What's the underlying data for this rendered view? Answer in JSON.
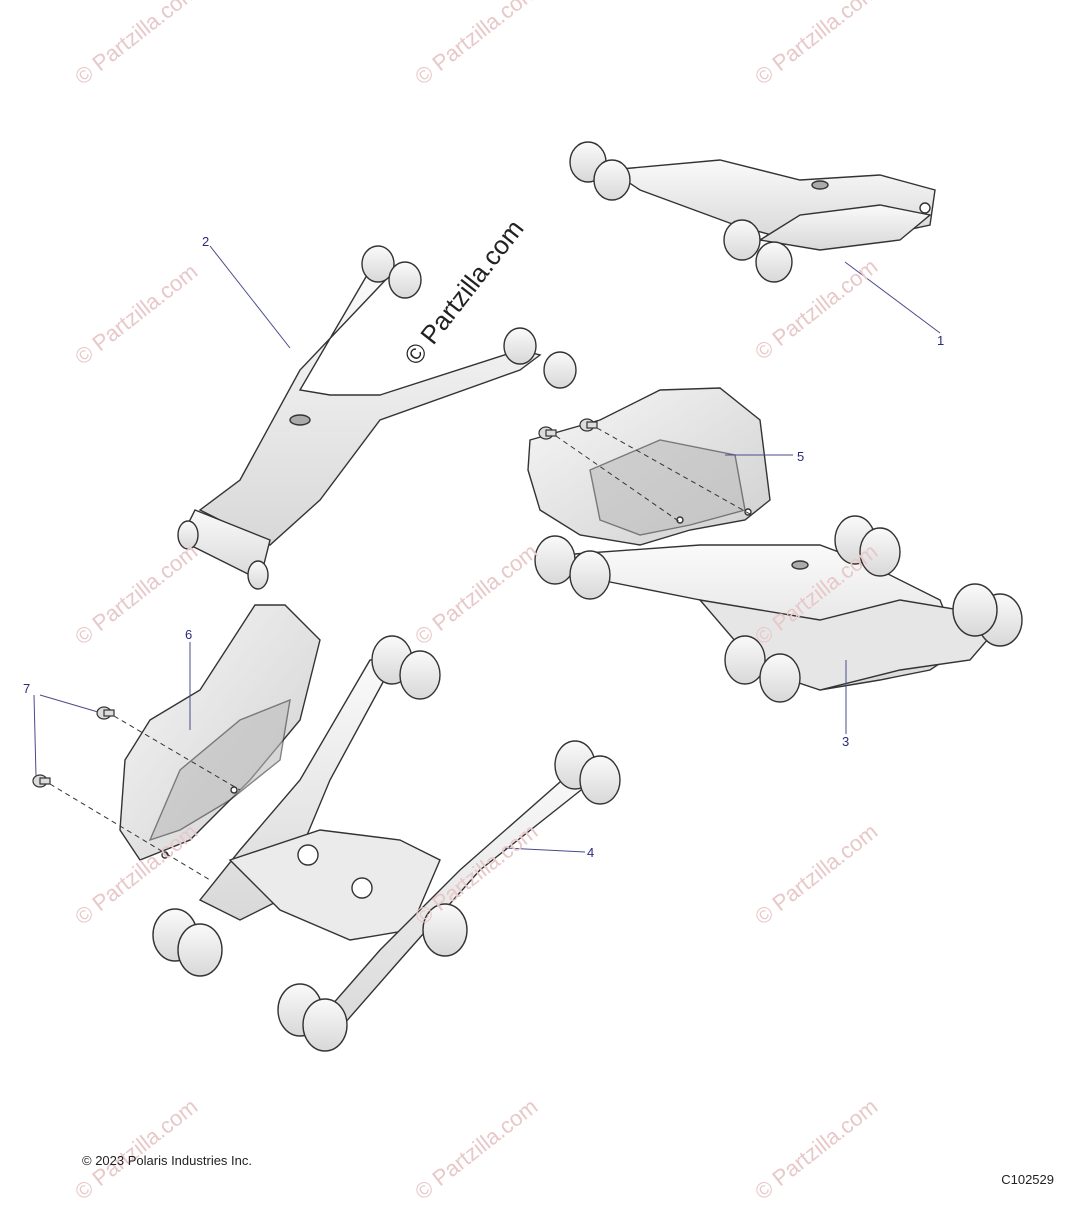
{
  "watermark_text": "© Partzilla.com",
  "center_watermark_text": "© Partzilla.com",
  "copyright": "© 2023 Polaris Industries Inc.",
  "reference_code": "C102529",
  "callouts": {
    "c1": "1",
    "c2": "2",
    "c3": "3",
    "c4": "4",
    "c5": "5",
    "c6": "6",
    "c7": "7"
  },
  "colors": {
    "part_fill": "#f4f4f4",
    "part_stroke": "#333333",
    "leader": "#4a4a8a",
    "watermark": "#e8c8c8"
  }
}
